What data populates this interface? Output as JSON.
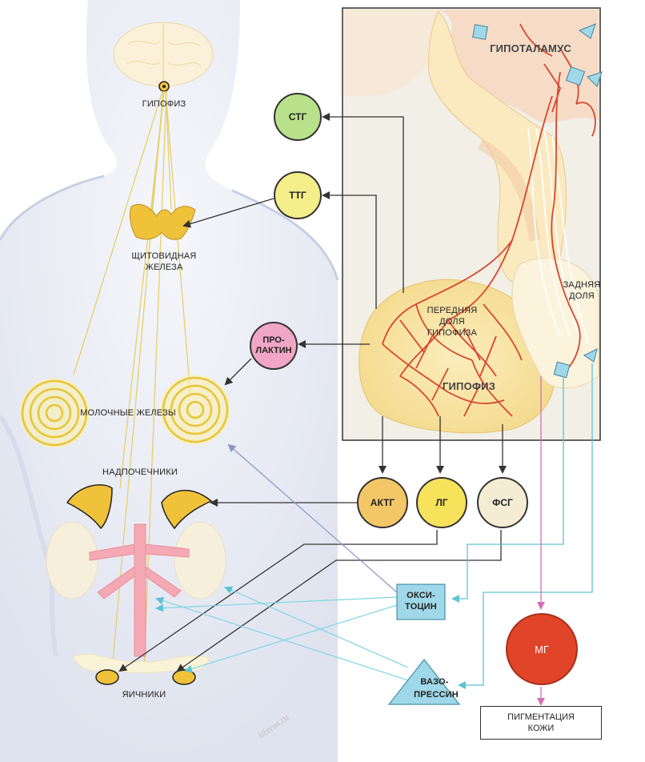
{
  "labels": {
    "pituitary_top": "ГИПОФИЗ",
    "thyroid": [
      "ЩИТОВИДНАЯ",
      "ЖЕЛЕЗА"
    ],
    "mammary": "МОЛОЧНЫЕ ЖЕЛЕЗЫ",
    "adrenal": "НАДПОЧЕЧНИКИ",
    "ovaries": "ЯИЧНИКИ",
    "hypothalamus": "ГИПОТАЛАМУС",
    "anterior_lobe": [
      "ПЕРЕДНЯЯ",
      "ДОЛЯ",
      "ГИПОФИЗА"
    ],
    "posterior_lobe": [
      "ЗАДНЯЯ",
      "ДОЛЯ"
    ],
    "pituitary_inset": "ГИПОФИЗ",
    "skin_pigmentation": [
      "ПИГМЕНТАЦИЯ",
      "КОЖИ"
    ]
  },
  "hormones": {
    "stg": "СТГ",
    "ttg": "ТТГ",
    "prolactin": [
      "ПРО-",
      "ЛАКТИН"
    ],
    "actg": "АКТГ",
    "lg": "ЛГ",
    "fsg": "ФСГ",
    "mg": "МГ",
    "oxytocin": [
      "ОКСИ-",
      "ТОЦИН"
    ],
    "vasopressin": [
      "ВАЗО-",
      "ПРЕССИН"
    ]
  },
  "colors": {
    "stg": "#b9e08a",
    "ttg": "#f4ee8a",
    "prolactin": "#f2a6c6",
    "actg": "#f3c766",
    "lg": "#f7e25c",
    "fsg": "#f5ecd4",
    "mg": "#e0452a",
    "gland": "#f0c23a",
    "vessel": "#d9462f",
    "cyan": "#7fd6e3",
    "body": "#eceef6"
  },
  "watermark": "liferus.ru"
}
